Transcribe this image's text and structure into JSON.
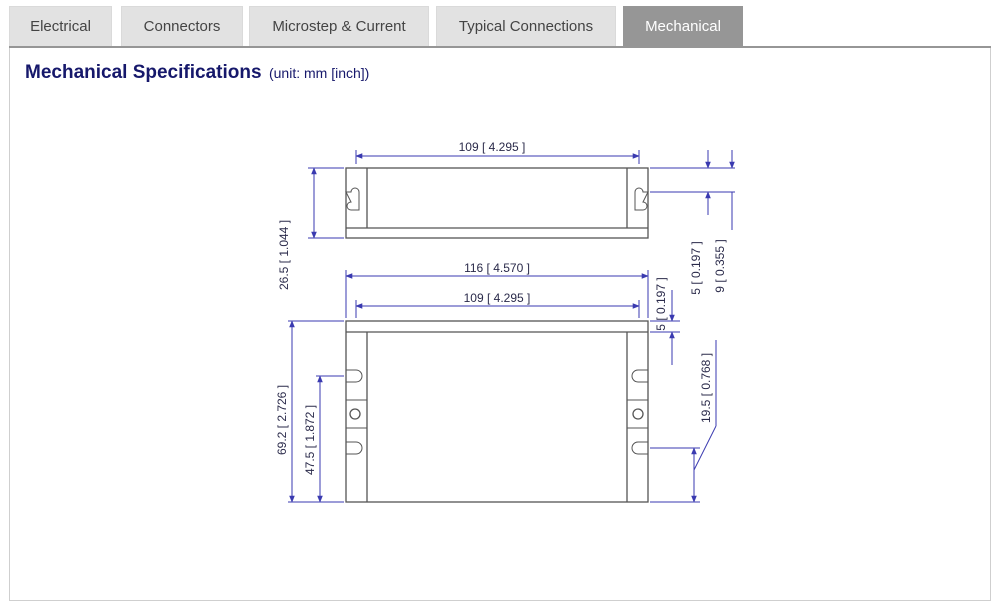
{
  "tabs": [
    {
      "label": "Electrical",
      "active": false
    },
    {
      "label": "Connectors",
      "active": false
    },
    {
      "label": "Microstep & Current",
      "active": false
    },
    {
      "label": "Typical Connections",
      "active": false
    },
    {
      "label": "Mechanical",
      "active": true
    }
  ],
  "section": {
    "title": "Mechanical Specifications",
    "unit_note": "(unit: mm [inch])"
  },
  "drawing": {
    "top_view_width": "109 [ 4.295 ]",
    "top_view_height": "26.5 [ 1.044 ]",
    "overall_width": "116 [ 4.570 ]",
    "mount_width": "109 [ 4.295 ]",
    "flange_thickness": "5 [ 0.197 ]",
    "flange_thickness_side": "5 [ 0.197 ]",
    "flange_offset": "9 [ 0.355 ]",
    "overall_height": "69.2 [ 2.726 ]",
    "hole_spacing": "47.5 [ 1.872 ]",
    "slot_offset": "19.5 [ 0.768 ]"
  },
  "colors": {
    "tab_bg": "#e2e2e2",
    "tab_active_bg": "#969696",
    "heading": "#16186b",
    "dimension_line": "#3a3ab0",
    "outline": "#555555"
  }
}
